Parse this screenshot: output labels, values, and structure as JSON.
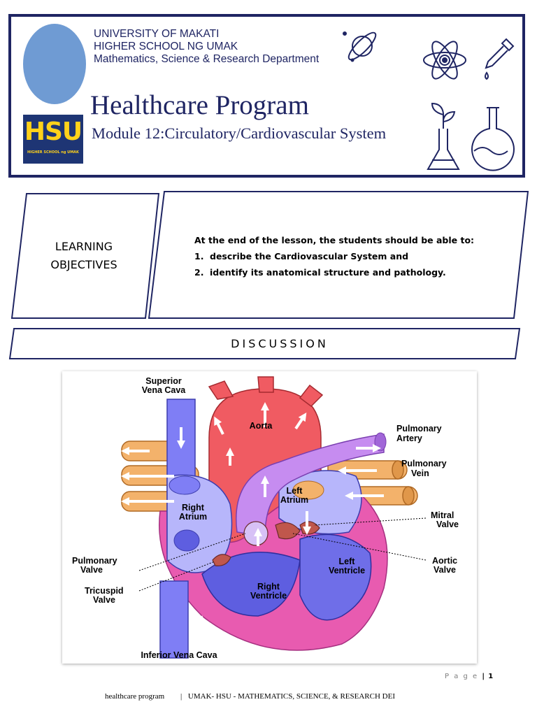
{
  "header": {
    "university": "UNIVERSITY OF MAKATI",
    "school": "HIGHER SCHOOL NG UMAK",
    "department": "Mathematics, Science & Research Department",
    "program_title": "Healthcare Program",
    "module_title": "Module 12:Circulatory/Cardiovascular System",
    "hsu_logo_text": "HSU",
    "hsu_logo_subtext": "HIGHER SCHOOL ng UMAK",
    "icons": [
      "planet-icon",
      "atom-icon",
      "dropper-icon",
      "plant-flask-icon",
      "round-flask-icon"
    ]
  },
  "objectives": {
    "label_line1": "LEARNING",
    "label_line2": "OBJECTIVES",
    "intro": "At the end of the lesson, the students should be able to:",
    "items": [
      {
        "num": "1.",
        "text": "describe the Cardiovascular System and"
      },
      {
        "num": "2.",
        "text": "identify its anatomical structure and pathology."
      }
    ]
  },
  "discussion": {
    "label": "DISCUSSION"
  },
  "diagram": {
    "labels": {
      "superior_vena_cava_1": "Superior",
      "superior_vena_cava_2": "Vena Cava",
      "aorta": "Aorta",
      "pulmonary_artery_1": "Pulmonary",
      "pulmonary_artery_2": "Artery",
      "pulmonary_vein_1": "Pulmonary",
      "pulmonary_vein_2": "Vein",
      "left_atrium_1": "Left",
      "left_atrium_2": "Atrium",
      "right_atrium_1": "Right",
      "right_atrium_2": "Atrium",
      "mitral_valve_1": "Mitral",
      "mitral_valve_2": "Valve",
      "pulmonary_valve_1": "Pulmonary",
      "pulmonary_valve_2": "Valve",
      "aortic_valve_1": "Aortic",
      "aortic_valve_2": "Valve",
      "left_ventricle_1": "Left",
      "left_ventricle_2": "Ventricle",
      "tricuspid_valve_1": "Tricuspid",
      "tricuspid_valve_2": "Valve",
      "right_ventricle_1": "Right",
      "right_ventricle_2": "Ventricle",
      "inferior_vena_cava": "Inferior Vena Cava"
    },
    "colors": {
      "vena_cava": "#7f7ef5",
      "aorta": "#f05b62",
      "pulmonary_artery": "#c68cf0",
      "pulmonary_vein": "#f3b26b",
      "septum": "#e85bb0",
      "left_ventricle": "#6f6ee8",
      "right_ventricle": "#5e5ee0"
    }
  },
  "footer": {
    "page_prefix": "P a g e",
    "page_sep": "|",
    "page_number": "1",
    "left": "healthcare program",
    "sep": "|",
    "right": "UMAK- HSU - MATHEMATICS, SCIENCE, & RESEARCH DEI"
  }
}
